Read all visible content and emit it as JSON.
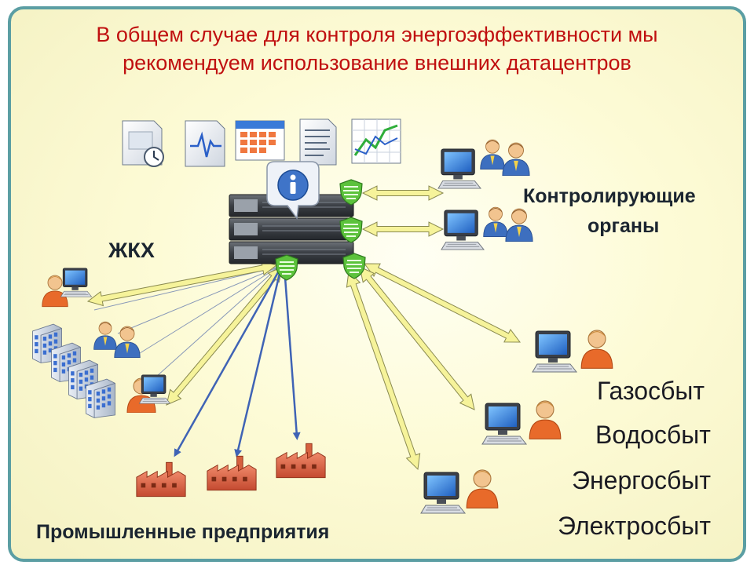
{
  "title": {
    "line1": "В общем случае для контроля энергоэффективности мы",
    "line2": "рекомендуем использование внешних датацентров"
  },
  "labels": {
    "zhkh": "ЖКХ",
    "control_line1": "Контролирующие",
    "control_line2": "органы",
    "industrial": "Промышленные предприятия",
    "gas": "Газосбыт",
    "water": "Водосбыт",
    "energy": "Энергосбыт",
    "electro": "Электросбыт"
  },
  "colors": {
    "title": "#c01010",
    "frame": "#5b9ea3",
    "arrow_fill": "#f6f39a",
    "arrow_stroke": "#8a8a50",
    "blue_arrow": "#3f63b5",
    "shield": "#5cc23c"
  },
  "icons": [
    "document-clock-icon",
    "document-pulse-icon",
    "calendar-icon",
    "text-document-icon",
    "chart-icon",
    "info-icon",
    "server-rack-icon",
    "firewall-shield-icon",
    "workstation-icon",
    "user-group-icon",
    "user-icon",
    "office-building-icon",
    "factory-icon"
  ]
}
